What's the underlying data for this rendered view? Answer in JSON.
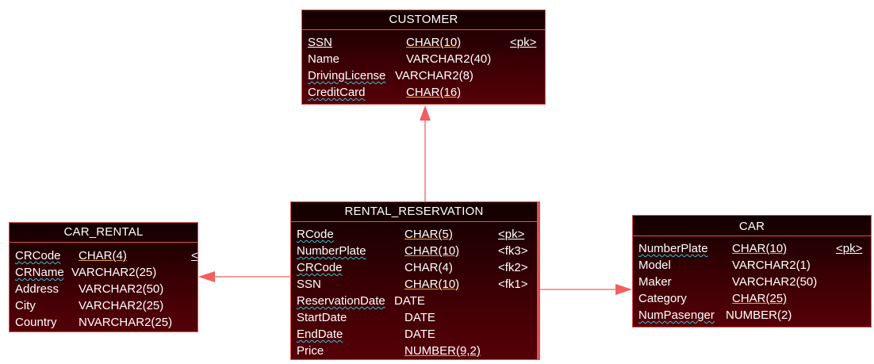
{
  "colors": {
    "border": "#e05050",
    "link": "#f06060",
    "fill_top": "#120000",
    "fill_bottom": "#560008",
    "text": "#ffffff"
  },
  "entities": {
    "customer": {
      "name": "CUSTOMER",
      "attributes": [
        {
          "name": "SSN",
          "type": "CHAR(10)",
          "key": "<pk>"
        },
        {
          "name": "Name",
          "type": "VARCHAR2(40)",
          "key": ""
        },
        {
          "name": "DrivingLicense",
          "type": "VARCHAR2(8)",
          "key": ""
        },
        {
          "name": "CreditCard",
          "type": "CHAR(16)",
          "key": ""
        }
      ]
    },
    "rental_reservation": {
      "name": "RENTAL_RESERVATION",
      "attributes": [
        {
          "name": "RCode",
          "type": "CHAR(5)",
          "key": "<pk>"
        },
        {
          "name": "NumberPlate",
          "type": "CHAR(10)",
          "key": "<fk3>"
        },
        {
          "name": "CRCode",
          "type": "CHAR(4)",
          "key": "<fk2>"
        },
        {
          "name": "SSN",
          "type": "CHAR(10)",
          "key": "<fk1>"
        },
        {
          "name": "ReservationDate",
          "type": "DATE",
          "key": ""
        },
        {
          "name": "StartDate",
          "type": "DATE",
          "key": ""
        },
        {
          "name": "EndDate",
          "type": "DATE",
          "key": ""
        },
        {
          "name": "Price",
          "type": "NUMBER(9,2)",
          "key": ""
        }
      ]
    },
    "car_rental": {
      "name": "CAR_RENTAL",
      "attributes": [
        {
          "name": "CRCode",
          "type": "CHAR(4)",
          "key": "<"
        },
        {
          "name": "CRName",
          "type": "VARCHAR2(25)",
          "key": ""
        },
        {
          "name": "Address",
          "type": "VARCHAR2(50)",
          "key": ""
        },
        {
          "name": "City",
          "type": "VARCHAR2(25)",
          "key": ""
        },
        {
          "name": "Country",
          "type": "NVARCHAR2(25)",
          "key": ""
        }
      ]
    },
    "car": {
      "name": "CAR",
      "attributes": [
        {
          "name": "NumberPlate",
          "type": "CHAR(10)",
          "key": "<pk>"
        },
        {
          "name": "Model",
          "type": "VARCHAR2(1)",
          "key": ""
        },
        {
          "name": "Maker",
          "type": "VARCHAR2(50)",
          "key": ""
        },
        {
          "name": "Category",
          "type": "CHAR(25)",
          "key": ""
        },
        {
          "name": "NumPasenger",
          "type": "NUMBER(2)",
          "key": ""
        }
      ]
    }
  }
}
